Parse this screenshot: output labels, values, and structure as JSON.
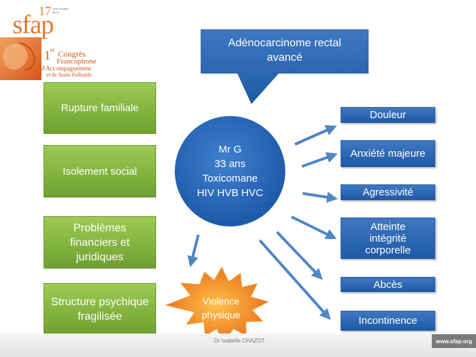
{
  "logo": {
    "number": "17",
    "number_small": "ème congrès de la",
    "brand": "sfap",
    "line1_sup": "er",
    "line1_num": "1",
    "line1": "Congrès",
    "line2": "Francophone",
    "line3": "d'Accompagnement",
    "line4": "et de Soins Palliatifs"
  },
  "diagnosis": {
    "line1": "Adénocarcinome rectal",
    "line2": "avancé"
  },
  "patient": {
    "line1": "Mr G",
    "line2": "33 ans",
    "line3": "Toxicomane",
    "line4": "HIV HVB HVC"
  },
  "factors": [
    "Rupture familiale",
    "Isolement social",
    "Problèmes financiers et juridiques",
    "Structure psychique fragilisée"
  ],
  "consequences": [
    "Douleur",
    "Anxiété majeure",
    "Agressivité",
    "Atteinte intégrité corporelle",
    "Abcès",
    "Incontinence"
  ],
  "violence": {
    "line1": "Violence",
    "line2": "physique"
  },
  "footer": {
    "author": "Dr Isabelle CHAZOT",
    "url": "www.sfap.org"
  },
  "colors": {
    "green": "#7fb23a",
    "blue": "#2a64b0",
    "arrow": "#4f86c6",
    "star": "#f08a1c",
    "logo": "#e8782a"
  }
}
